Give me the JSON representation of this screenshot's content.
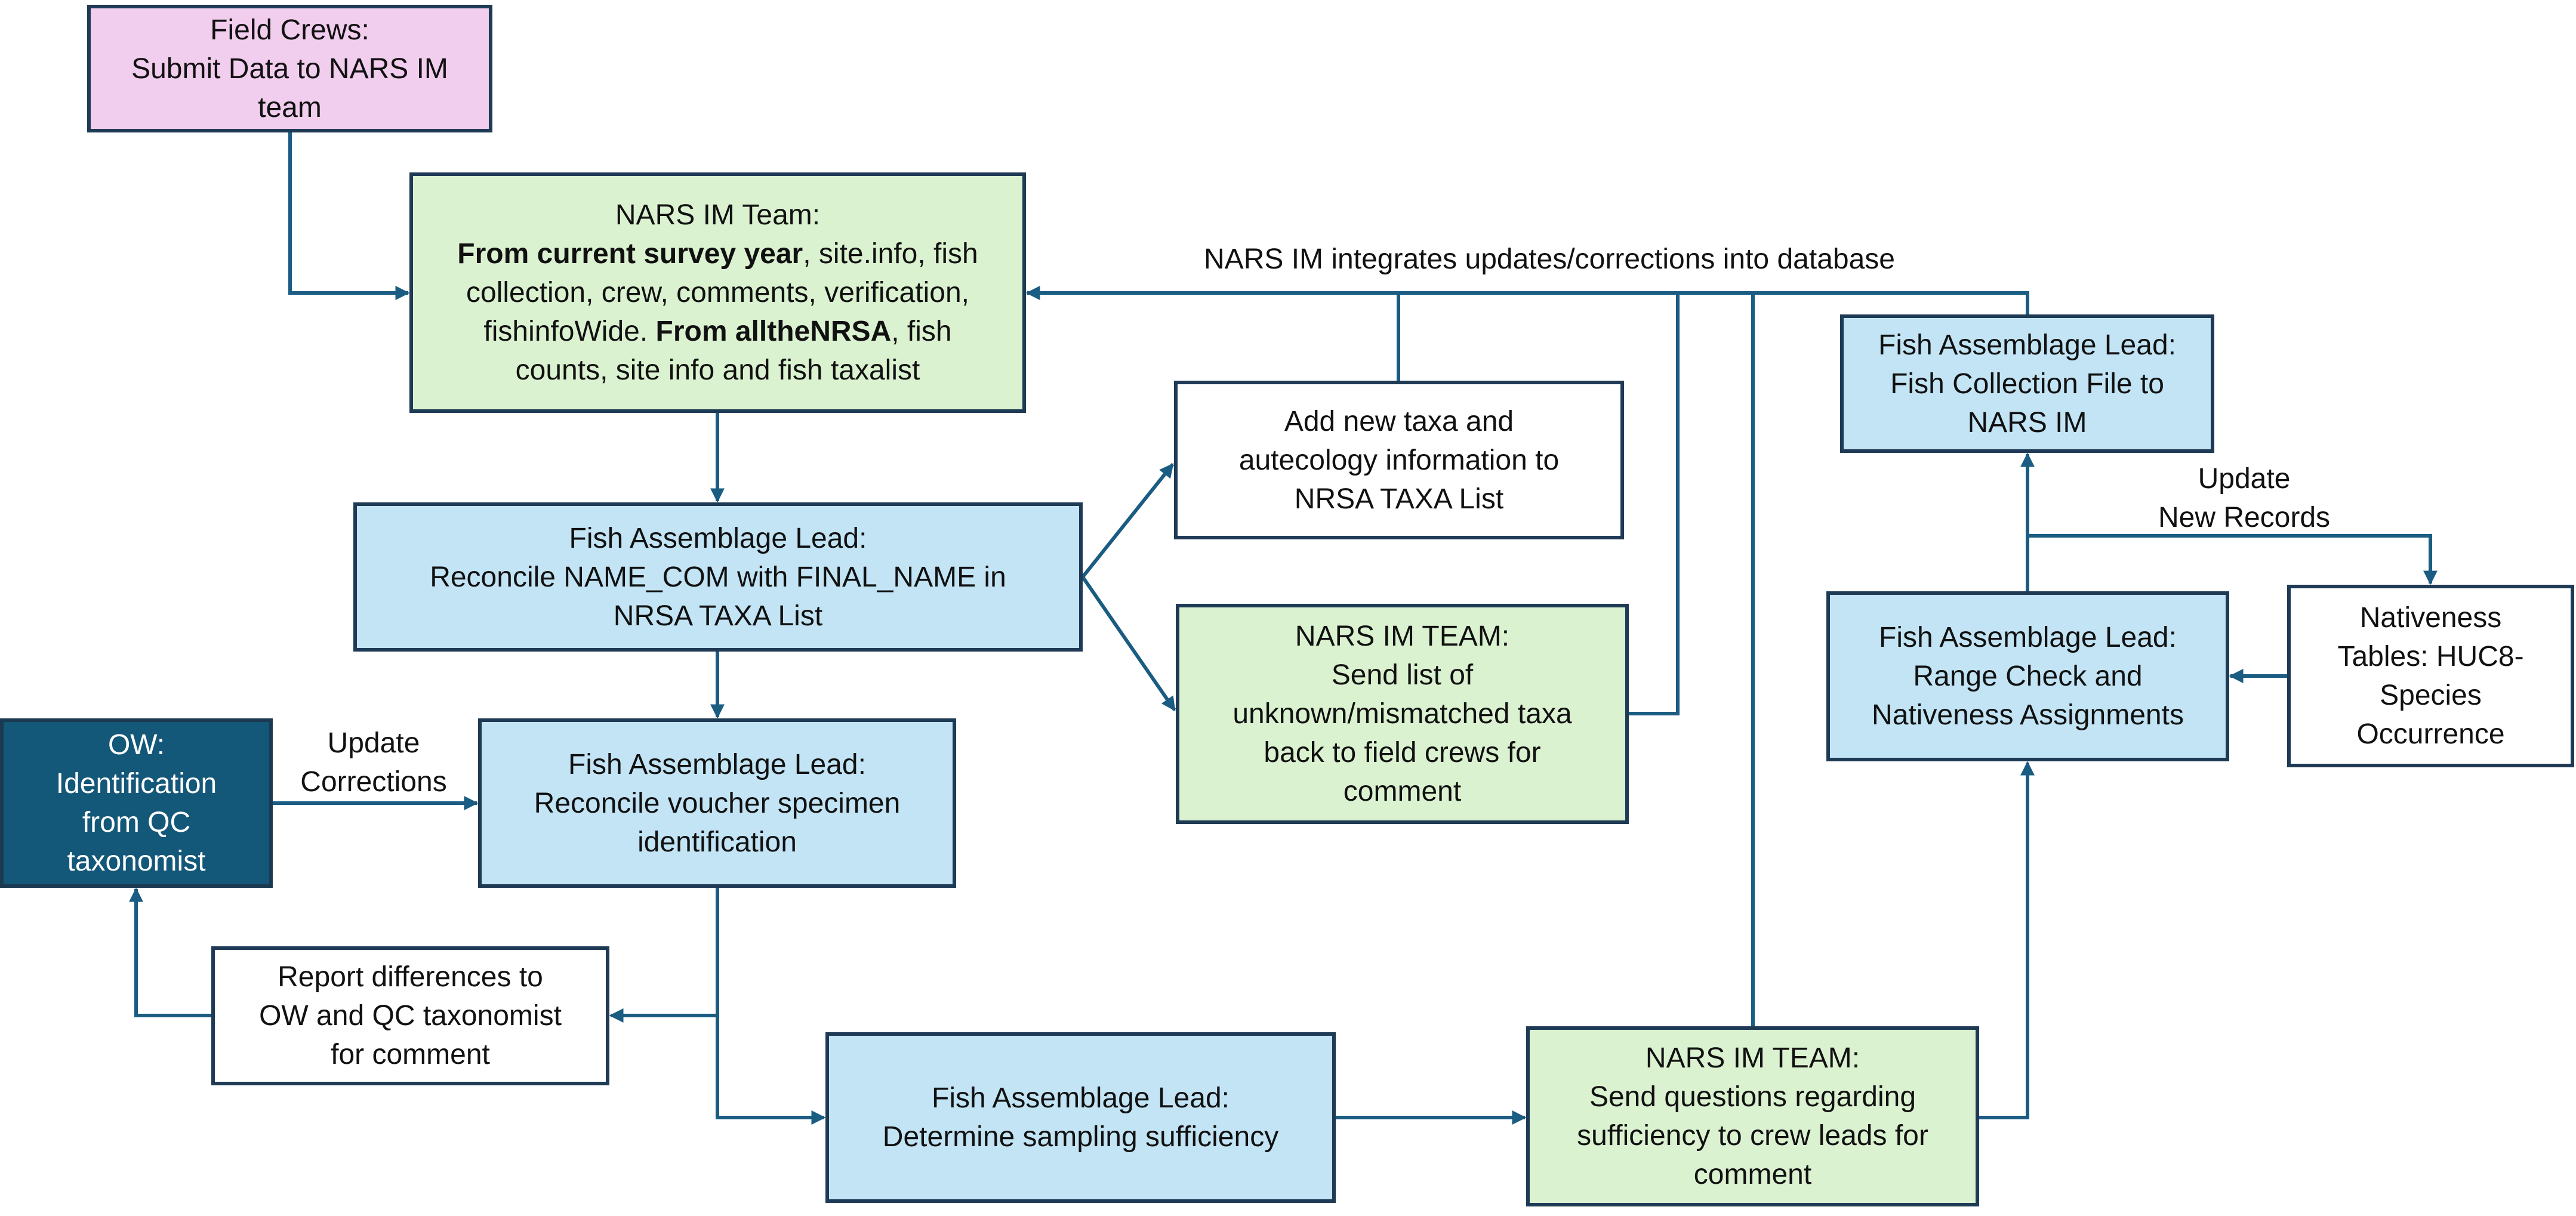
{
  "colors": {
    "connector": "#1a5c82",
    "border": "#1f3a55",
    "pink": "#f1cdee",
    "green": "#dbf2d1",
    "blue": "#c2e4f5",
    "navy": "#135779"
  },
  "nodes": {
    "field_crews": {
      "lines": [
        "Field Crews:",
        "Submit Data to NARS IM",
        "team"
      ]
    },
    "nars_im_team": {
      "line1": "NARS IM Team:",
      "b1": "From current survey year",
      "t1": ", site.info, fish collection, crew, comments, verification, fishinfoWide. ",
      "b2": "From alltheNRSA",
      "t2": ", fish counts, site info and fish taxalist"
    },
    "reconcile_name": {
      "lines": [
        "Fish Assemblage Lead:",
        "Reconcile NAME_COM with FINAL_NAME in",
        "NRSA TAXA List"
      ]
    },
    "add_taxa": {
      "lines": [
        "Add new taxa and",
        "autecology information to",
        "NRSA TAXA List"
      ]
    },
    "send_unknown": {
      "lines": [
        "NARS IM TEAM:",
        "Send list of",
        "unknown/mismatched taxa",
        "back to field crews for",
        "comment"
      ]
    },
    "ow_qc": {
      "lines": [
        "OW:",
        "Identification",
        "from QC",
        "taxonomist"
      ]
    },
    "reconcile_voucher": {
      "lines": [
        "Fish Assemblage Lead:",
        "Reconcile voucher specimen",
        "identification"
      ]
    },
    "report_diff": {
      "lines": [
        "Report differences to",
        "OW and QC taxonomist",
        "for comment"
      ]
    },
    "sampling": {
      "lines": [
        "Fish Assemblage Lead:",
        "Determine sampling sufficiency"
      ]
    },
    "send_questions": {
      "lines": [
        "NARS IM TEAM:",
        "Send questions regarding",
        "sufficiency to crew leads for",
        "comment"
      ]
    },
    "fish_collection": {
      "lines": [
        "Fish Assemblage Lead:",
        "Fish Collection File to",
        "NARS IM"
      ]
    },
    "range_check": {
      "lines": [
        "Fish Assemblage Lead:",
        "Range Check and",
        "Nativeness Assignments"
      ]
    },
    "nativeness": {
      "lines": [
        "Nativeness",
        "Tables: HUC8-",
        "Species",
        "Occurrence"
      ]
    }
  },
  "edge_labels": {
    "integrates": "NARS IM integrates updates/corrections into database",
    "update_new_records": [
      "Update",
      "New Records"
    ],
    "update_corrections": [
      "Update",
      "Corrections"
    ]
  }
}
